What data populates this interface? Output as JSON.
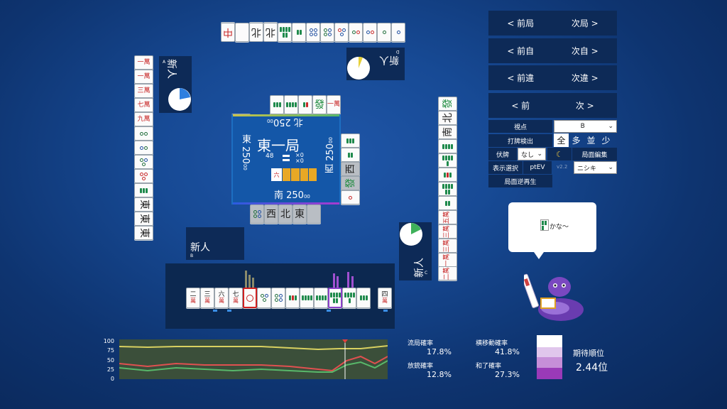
{
  "nav": {
    "prev_round": "< 前局",
    "next_round": "次局 >",
    "prev_self": "< 前自",
    "next_self": "次自 >",
    "prev_diff": "< 前違",
    "next_diff": "次違 >",
    "prev": "< 前",
    "next": "次 >"
  },
  "controls": {
    "view_label": "視点",
    "view_value": "B",
    "discard_detect_label": "打牌検出",
    "discard_modes": [
      "全",
      "多",
      "並",
      "少"
    ],
    "active_mode": "全",
    "hidden_label": "伏牌",
    "hidden_value": "なし",
    "moon_icon": "☾",
    "edit_label": "局面編集",
    "display_label": "表示選択",
    "display_value": "ptEV",
    "version": "v2.2",
    "char_value": "ニシキ",
    "reverse_label": "局面逆再生"
  },
  "center": {
    "round": "東一局",
    "tiles_left": "48",
    "honba": "×0",
    "kyotaku": "×0",
    "score_north": "北 250",
    "score_east": "東 250",
    "score_south": "南 250",
    "score_west": "西 250",
    "score_suffix": "00",
    "dora_tile": "六"
  },
  "players": {
    "A": {
      "name": "新人",
      "seat": "A"
    },
    "B": {
      "name": "新人",
      "seat": "B"
    },
    "C": {
      "name": "新人",
      "seat": "C"
    },
    "D": {
      "name": "新人",
      "seat": "D"
    }
  },
  "speech": {
    "text": "かな～"
  },
  "stats": {
    "ryukyoku_label": "流局確率",
    "ryukyoku_value": "17.8%",
    "yokoido_label": "横移動確率",
    "yokoido_value": "41.8%",
    "houjuu_label": "放銃確率",
    "houjuu_value": "12.8%",
    "hora_label": "和了確率",
    "hora_value": "27.3%",
    "expected_label": "期待順位",
    "expected_value": "2.44位"
  },
  "graph": {
    "y_ticks": [
      "100",
      "75",
      "50",
      "25",
      "0"
    ],
    "ylim": [
      0,
      100
    ]
  },
  "colors": {
    "bg": "#174a95",
    "panel": "#0d2a57",
    "accent_yellow": "#d8d060",
    "accent_red": "#e05050",
    "accent_green": "#58b86a",
    "rank_colors": [
      "#ffffff",
      "#e0c6ec",
      "#c68ed8",
      "#9a3ab8"
    ]
  }
}
